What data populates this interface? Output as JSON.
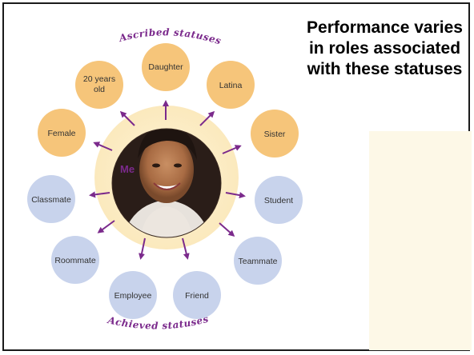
{
  "caption": "Performance varies in roles associated with these statuses",
  "center_label": "Me",
  "ascribed_heading": "Ascribed statuses",
  "achieved_heading": "Achieved statuses",
  "ascribed": [
    {
      "id": "daughter",
      "lines": [
        "Daughter"
      ]
    },
    {
      "id": "20-years-old",
      "lines": [
        "20 years",
        "old"
      ]
    },
    {
      "id": "latina",
      "lines": [
        "Latina"
      ]
    },
    {
      "id": "female",
      "lines": [
        "Female"
      ]
    },
    {
      "id": "sister",
      "lines": [
        "Sister"
      ]
    }
  ],
  "achieved": [
    {
      "id": "classmate",
      "lines": [
        "Classmate"
      ]
    },
    {
      "id": "student",
      "lines": [
        "Student"
      ]
    },
    {
      "id": "roommate",
      "lines": [
        "Roommate"
      ]
    },
    {
      "id": "teammate",
      "lines": [
        "Teammate"
      ]
    },
    {
      "id": "employee",
      "lines": [
        "Employee"
      ]
    },
    {
      "id": "friend",
      "lines": [
        "Friend"
      ]
    }
  ],
  "colors": {
    "ascribed_fill": "#f6c57a",
    "achieved_fill": "#c8d3ec",
    "arrow": "#7b2a8c",
    "glow": "#fbedc3",
    "heading": "#7b2a8c"
  }
}
